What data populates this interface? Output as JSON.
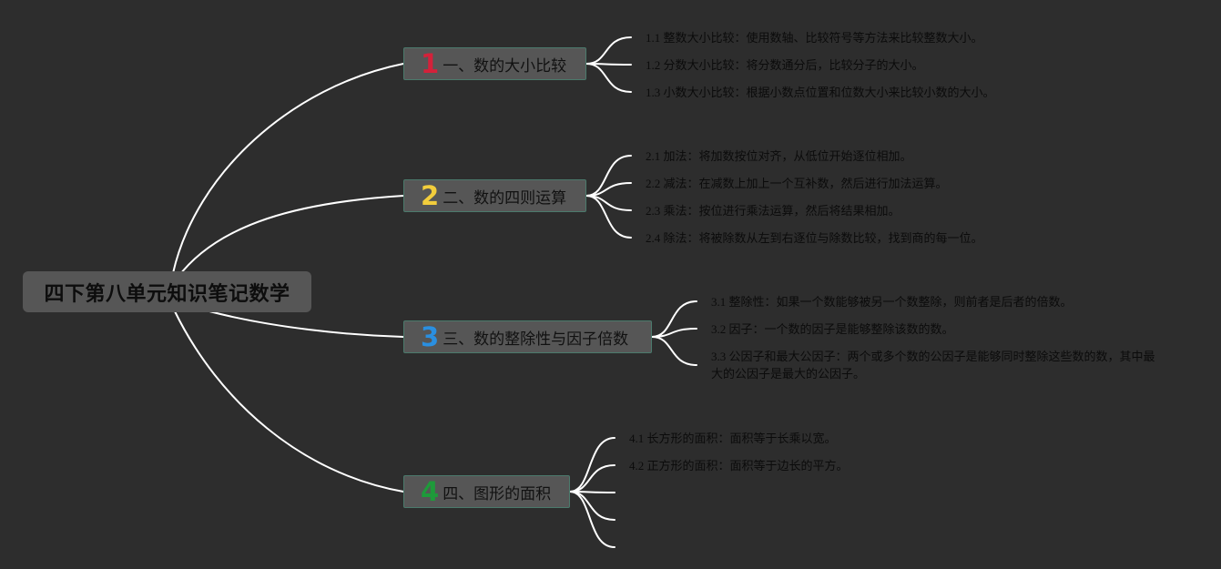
{
  "root": {
    "title": "四下第八单元知识笔记数学"
  },
  "colors": {
    "background": "#2d2d2d",
    "connector": "#ffffff",
    "node_fill": "#565656",
    "node_border": "#4b7a6c",
    "badge_1": "#d4213a",
    "badge_2": "#f2cd3c",
    "badge_3": "#2a8fe0",
    "badge_4": "#1e9a3a"
  },
  "branches": [
    {
      "number": "1",
      "title": "一、数的大小比较",
      "children": [
        "1.1 整数大小比较：使用数轴、比较符号等方法来比较整数大小。",
        "1.2 分数大小比较：将分数通分后，比较分子的大小。",
        "1.3 小数大小比较：根据小数点位置和位数大小来比较小数的大小。"
      ]
    },
    {
      "number": "2",
      "title": "二、数的四则运算",
      "children": [
        "2.1 加法：将加数按位对齐，从低位开始逐位相加。",
        "2.2 减法：在减数上加上一个互补数，然后进行加法运算。",
        "2.3 乘法：按位进行乘法运算，然后将结果相加。",
        "2.4 除法：将被除数从左到右逐位与除数比较，找到商的每一位。"
      ]
    },
    {
      "number": "3",
      "title": "三、数的整除性与因子倍数",
      "children": [
        "3.1 整除性：如果一个数能够被另一个数整除，则前者是后者的倍数。",
        "3.2 因子：一个数的因子是能够整除该数的数。",
        "3.3 公因子和最大公因子：两个或多个数的公因子是能够同时整除这些数的数，其中最大的公因子是最大的公因子。"
      ]
    },
    {
      "number": "4",
      "title": "四、图形的面积",
      "children": [
        "4.1 长方形的面积：面积等于长乘以宽。",
        "4.2 正方形的面积：面积等于边长的平方。"
      ]
    }
  ]
}
